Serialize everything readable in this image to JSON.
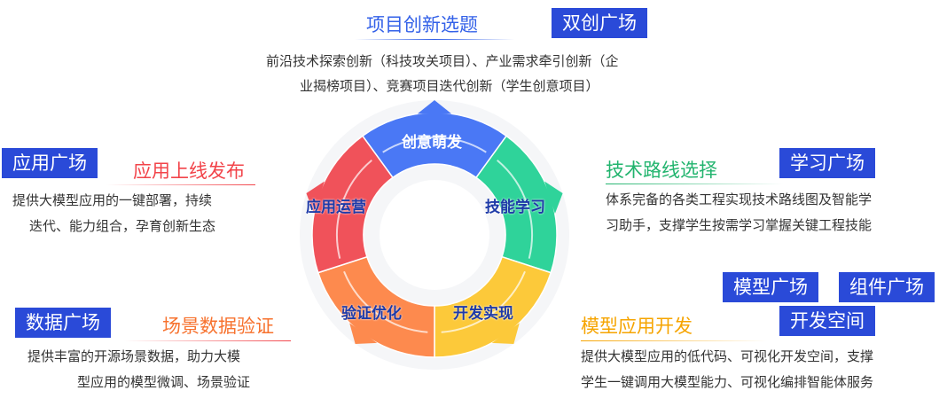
{
  "top": {
    "title": "项目创新选题",
    "tag": "双创广场",
    "desc_lines": [
      "前沿技术探索创新（科技攻关项目）、产业需求牵引创新（企",
      "业揭榜项目）、竞赛项目迭代创新（学生创意项目）"
    ]
  },
  "app": {
    "tag": "应用广场",
    "title": "应用上线发布",
    "desc_lines": [
      "提供大模型应用的一键部署，持续",
      "迭代、能力组合，孕育创新生态"
    ]
  },
  "data": {
    "tag": "数据广场",
    "title": "场景数据验证",
    "desc_lines": [
      "提供丰富的开源场景数据，助力大模",
      "型应用的模型微调、场景验证"
    ]
  },
  "tech": {
    "title": "技术路线选择",
    "tag": "学习广场",
    "desc_lines": [
      "体系完备的各类工程实现技术路线图及智能学",
      "习助手，支撑学生按需学习掌握关键工程技能"
    ]
  },
  "model": {
    "title": "模型应用开发",
    "tags": [
      "模型广场",
      "组件广场",
      "开发空间"
    ],
    "desc_lines": [
      "提供大模型应用的低代码、可视化开发空间，支撑",
      "学生一键调用大模型能力、可视化编排智能体服务"
    ]
  },
  "ring": {
    "segments": [
      {
        "label": "创意萌发",
        "color": "#4a78f5"
      },
      {
        "label": "技能学习",
        "color": "#2fd39a"
      },
      {
        "label": "开发实现",
        "color": "#fcc93a"
      },
      {
        "label": "验证优化",
        "color": "#fd8a4e"
      },
      {
        "label": "应用运营",
        "color": "#f0525a"
      }
    ]
  },
  "colors": {
    "tag_bg": "#2a4ad8",
    "title_blue": "#3361e8",
    "title_red": "#f2444a",
    "title_orange": "#f7722e",
    "title_green": "#22b46e",
    "title_yellow": "#f6a400"
  }
}
